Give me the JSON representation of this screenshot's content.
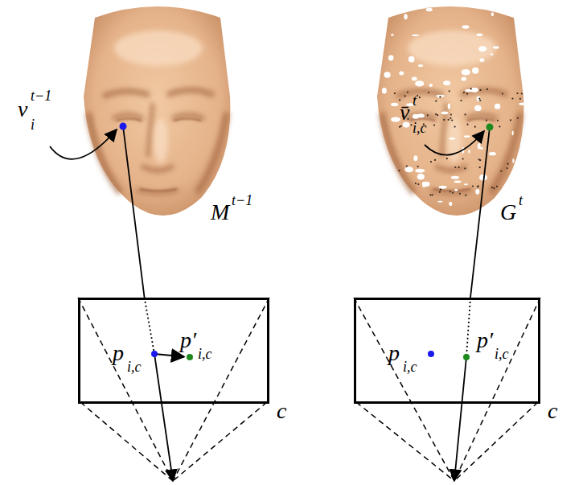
{
  "diagram": {
    "nodes": [
      {
        "text": [
          "p",
          "i,c",
          "p′",
          "i,c",
          "c"
        ]
      },
      {
        "text": [
          "p",
          "i,c",
          "p′",
          "i,c",
          "c"
        ]
      }
    ],
    "labels": [
      "v",
      "i",
      "t−1",
      "M",
      "t−1",
      "v̄",
      "t",
      "i,c",
      "G",
      "t"
    ]
  }
}
